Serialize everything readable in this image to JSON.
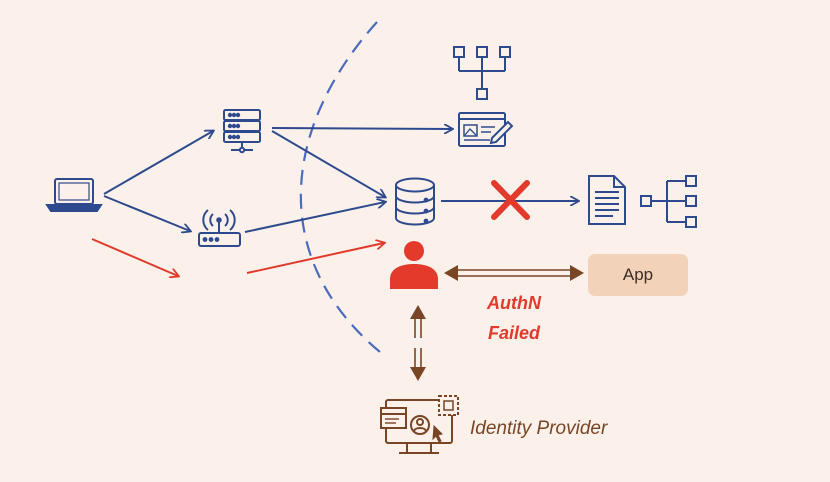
{
  "diagram": {
    "app_label": "App",
    "authn_line1": "AuthN",
    "authn_line2": "Failed",
    "idp_label": "Identity Provider"
  },
  "colors": {
    "background": "#fbf1ea",
    "network_blue": "#2e4a8e",
    "boundary_blue": "#4a6bbf",
    "threat_red": "#e43a2c",
    "identity_brown": "#7a4524",
    "app_box": "#f2d2b9"
  },
  "icons": [
    "laptop-icon",
    "server-icon",
    "router-icon",
    "database-icon",
    "user-icon",
    "hierarchy-icon",
    "dashboard-icon",
    "document-icon",
    "tree-icon",
    "blocked-x-icon",
    "identity-provider-icon"
  ]
}
